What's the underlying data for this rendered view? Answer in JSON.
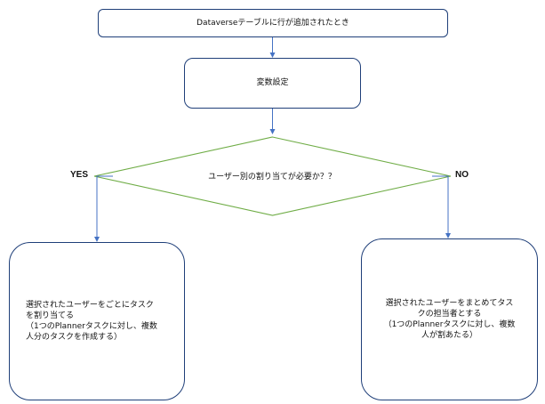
{
  "diagram": {
    "start_node": "Dataverseテーブルに行が追加されたとき",
    "process_node": "変数設定",
    "decision_node": "ユーザー別の割り当てが必要か？？",
    "yes_label": "YES",
    "no_label": "NO",
    "left_outcome": "選択されたユーザーをごとにタスク\nを割り当てる\n（1つのPlannerタスクに対し、複数\n人分のタスクを作成する）",
    "right_outcome": "選択されたユーザーをまとめてタス\nクの担当者とする\n（1つのPlannerタスクに対し、複数\n人が割あたる）",
    "colors": {
      "rect_border": "#1f3f79",
      "decision_border": "#70ad47",
      "connector": "#4472c4",
      "text": "#111111"
    }
  }
}
